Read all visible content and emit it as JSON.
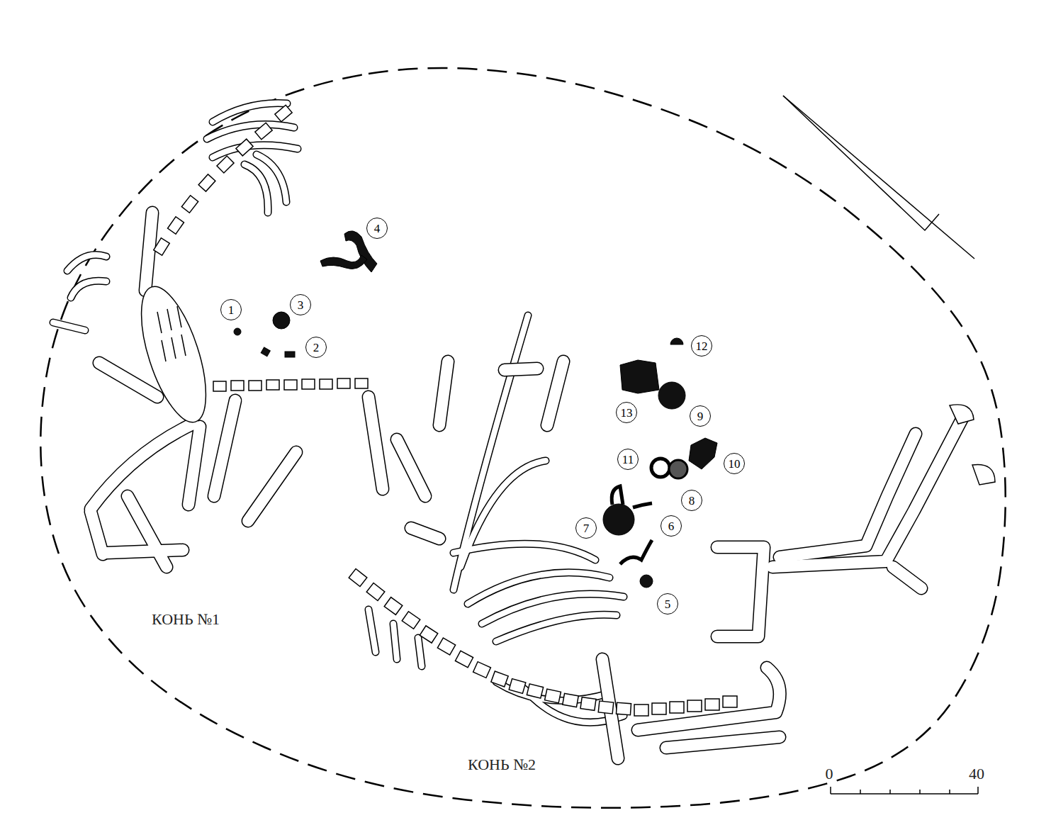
{
  "diagram": {
    "nodes": [
      {
        "text": [
          "1"
        ]
      },
      {
        "text": [
          "2"
        ]
      },
      {
        "text": [
          "3"
        ]
      },
      {
        "text": [
          "4"
        ]
      },
      {
        "text": [
          "5"
        ]
      },
      {
        "text": [
          "6"
        ]
      },
      {
        "text": [
          "7"
        ]
      },
      {
        "text": [
          "8"
        ]
      },
      {
        "text": [
          "9"
        ]
      },
      {
        "text": [
          "10"
        ]
      },
      {
        "text": [
          "11"
        ]
      },
      {
        "text": [
          "12"
        ]
      },
      {
        "text": [
          "13"
        ]
      }
    ],
    "labels": [
      "КОНЬ №1",
      "КОНЬ №2",
      "0",
      "40"
    ]
  }
}
